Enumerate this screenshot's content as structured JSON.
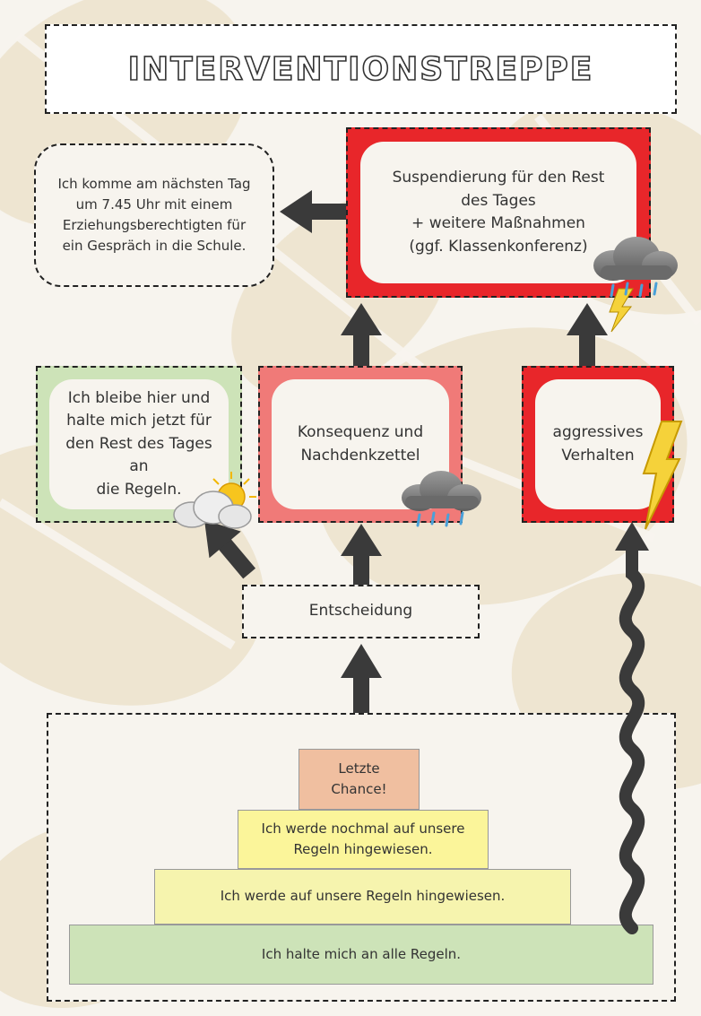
{
  "title": "Interventionstreppe",
  "nodes": {
    "message": "Ich komme am nächsten Tag\num 7.45 Uhr mit einem\nErziehungsberechtigten für\nein Gespräch in die Schule.",
    "suspension": "Suspendierung für den Rest\ndes Tages\n+ weitere Maßnahmen\n(ggf. Klassenkonferenz)",
    "stay": "Ich bleibe hier und\nhalte mich jetzt für\nden Rest des Tages an\ndie Regeln.",
    "consequence": "Konsequenz und\nNachdenkzettel",
    "aggressive": "aggressives\nVerhalten",
    "decision": "Entscheidung"
  },
  "pyramid": {
    "level4": "Letzte\nChance!",
    "level3": "Ich werde nochmal auf unsere\nRegeln hingewiesen.",
    "level2": "Ich werde auf unsere Regeln hingewiesen.",
    "level1": "Ich halte mich an alle Regeln."
  },
  "colors": {
    "red": "#e8262a",
    "salmon": "#f07a78",
    "green_light": "#cde3b8",
    "peach": "#f0bfa0",
    "yellow": "#fbf59a",
    "yellow_pale": "#f6f4ae",
    "green_base": "#cde3b8",
    "arrow": "#3a3a3a"
  }
}
